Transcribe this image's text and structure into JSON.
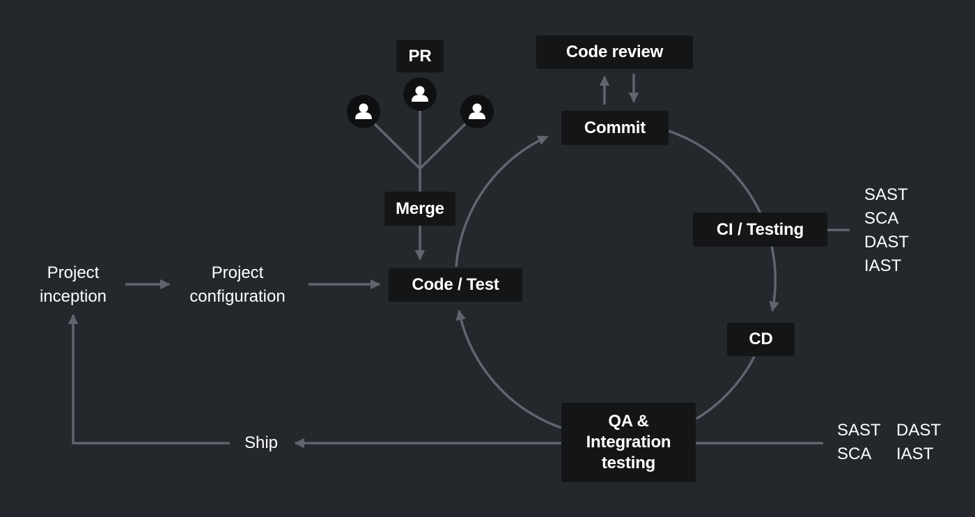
{
  "nodes": {
    "pr": "PR",
    "code_review": "Code review",
    "commit": "Commit",
    "merge": "Merge",
    "code_test": "Code / Test",
    "ci_testing": "CI / Testing",
    "cd": "CD",
    "qa_line1": "QA &",
    "qa_line2": "Integration",
    "qa_line3": "testing"
  },
  "phases": {
    "inception_line1": "Project",
    "inception_line2": "inception",
    "configuration_line1": "Project",
    "configuration_line2": "configuration",
    "ship": "Ship"
  },
  "ci_tools": [
    "SAST",
    "SCA",
    "DAST",
    "IAST"
  ],
  "qa_tools": {
    "col1": [
      "SAST",
      "SCA"
    ],
    "col2": [
      "DAST",
      "IAST"
    ]
  },
  "icons": {
    "reviewer": "user-icon"
  },
  "colors": {
    "background": "#24272b",
    "box": "#141516",
    "connector": "#5f6670",
    "text": "#ffffff"
  }
}
